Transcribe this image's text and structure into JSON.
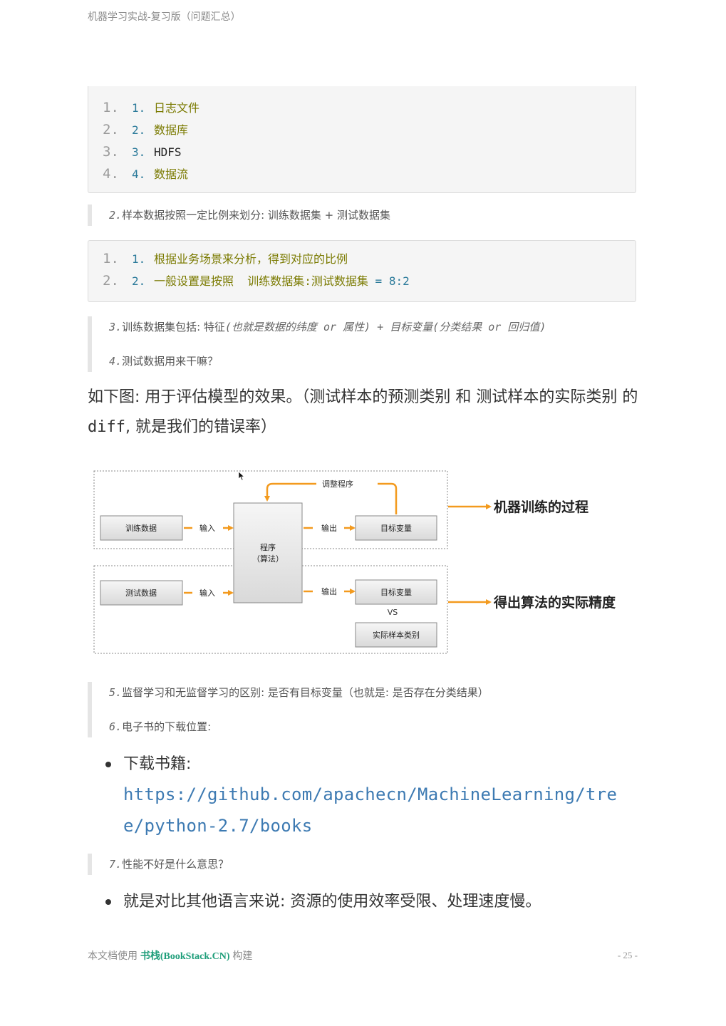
{
  "header": {
    "title": "机器学习实战-复习版（问题汇总）"
  },
  "code1": {
    "lines": [
      {
        "ln": "1.",
        "num": "1.",
        "text": "日志文件"
      },
      {
        "ln": "2.",
        "num": "2.",
        "text": "数据库"
      },
      {
        "ln": "3.",
        "num": "3.",
        "text": "HDFS"
      },
      {
        "ln": "4.",
        "num": "4.",
        "text": "数据流"
      }
    ]
  },
  "q2": {
    "num": "2.",
    "text": "样本数据按照一定比例来划分: 训练数据集 + 测试数据集"
  },
  "code2": {
    "lines": [
      {
        "ln": "1.",
        "num": "1.",
        "text": "根据业务场景来分析，得到对应的比例"
      },
      {
        "ln": "2.",
        "num": "2.",
        "text": "一般设置是按照  训练数据集:测试数据集 ",
        "tail": "= 8:2"
      }
    ]
  },
  "q3": {
    "num": "3.",
    "a": "训练数据集包括:  特征",
    "b": "(也就是数据的纬度 ",
    "c": "or",
    "d": " 属性) + 目标变量",
    "e": "(分类结果 ",
    "f": "or",
    "g": " 回归值)"
  },
  "q4": {
    "num": "4.",
    "text": "测试数据用来干嘛？"
  },
  "para1": {
    "a": "如下图: 用于评估模型的效果。（测试样本的预测类别 和 测试样本的实际类别 的",
    "mono": "diff",
    "b": ", 就是我们的错误率）"
  },
  "figure": {
    "adjust_label": "调整程序",
    "train_data": "训练数据",
    "input1": "输入",
    "program": "程序",
    "algorithm": "（算法）",
    "output1": "输出",
    "target1": "目标变量",
    "test_data": "测试数据",
    "input2": "输入",
    "output2": "输出",
    "target2": "目标变量",
    "vs": "VS",
    "actual": "实际样本类别",
    "right1": "机器训练的过程",
    "right2": "得出算法的实际精度"
  },
  "q5": {
    "num": "5.",
    "text": "监督学习和无监督学习的区别: 是否有目标变量（也就是: 是否存在分类结果）"
  },
  "q6": {
    "num": "6.",
    "text": "电子书的下载位置:"
  },
  "bullet1": {
    "label": "下载书籍:",
    "link": "https://github.com/apachecn/MachineLearning/tree/python-2.7/books"
  },
  "q7": {
    "num": "7.",
    "text": "性能不好是什么意思？"
  },
  "bullet2": {
    "text": "就是对比其他语言来说: 资源的使用效率受限、处理速度慢。"
  },
  "footer": {
    "prefix": "本文档使用 ",
    "brand": "书栈(BookStack.CN)",
    "suffix": " 构建",
    "page": "- 25 -"
  },
  "colors": {
    "accent_orange": "#f39a1e",
    "link": "#3d7ab2",
    "brand": "#1f9e7a"
  }
}
